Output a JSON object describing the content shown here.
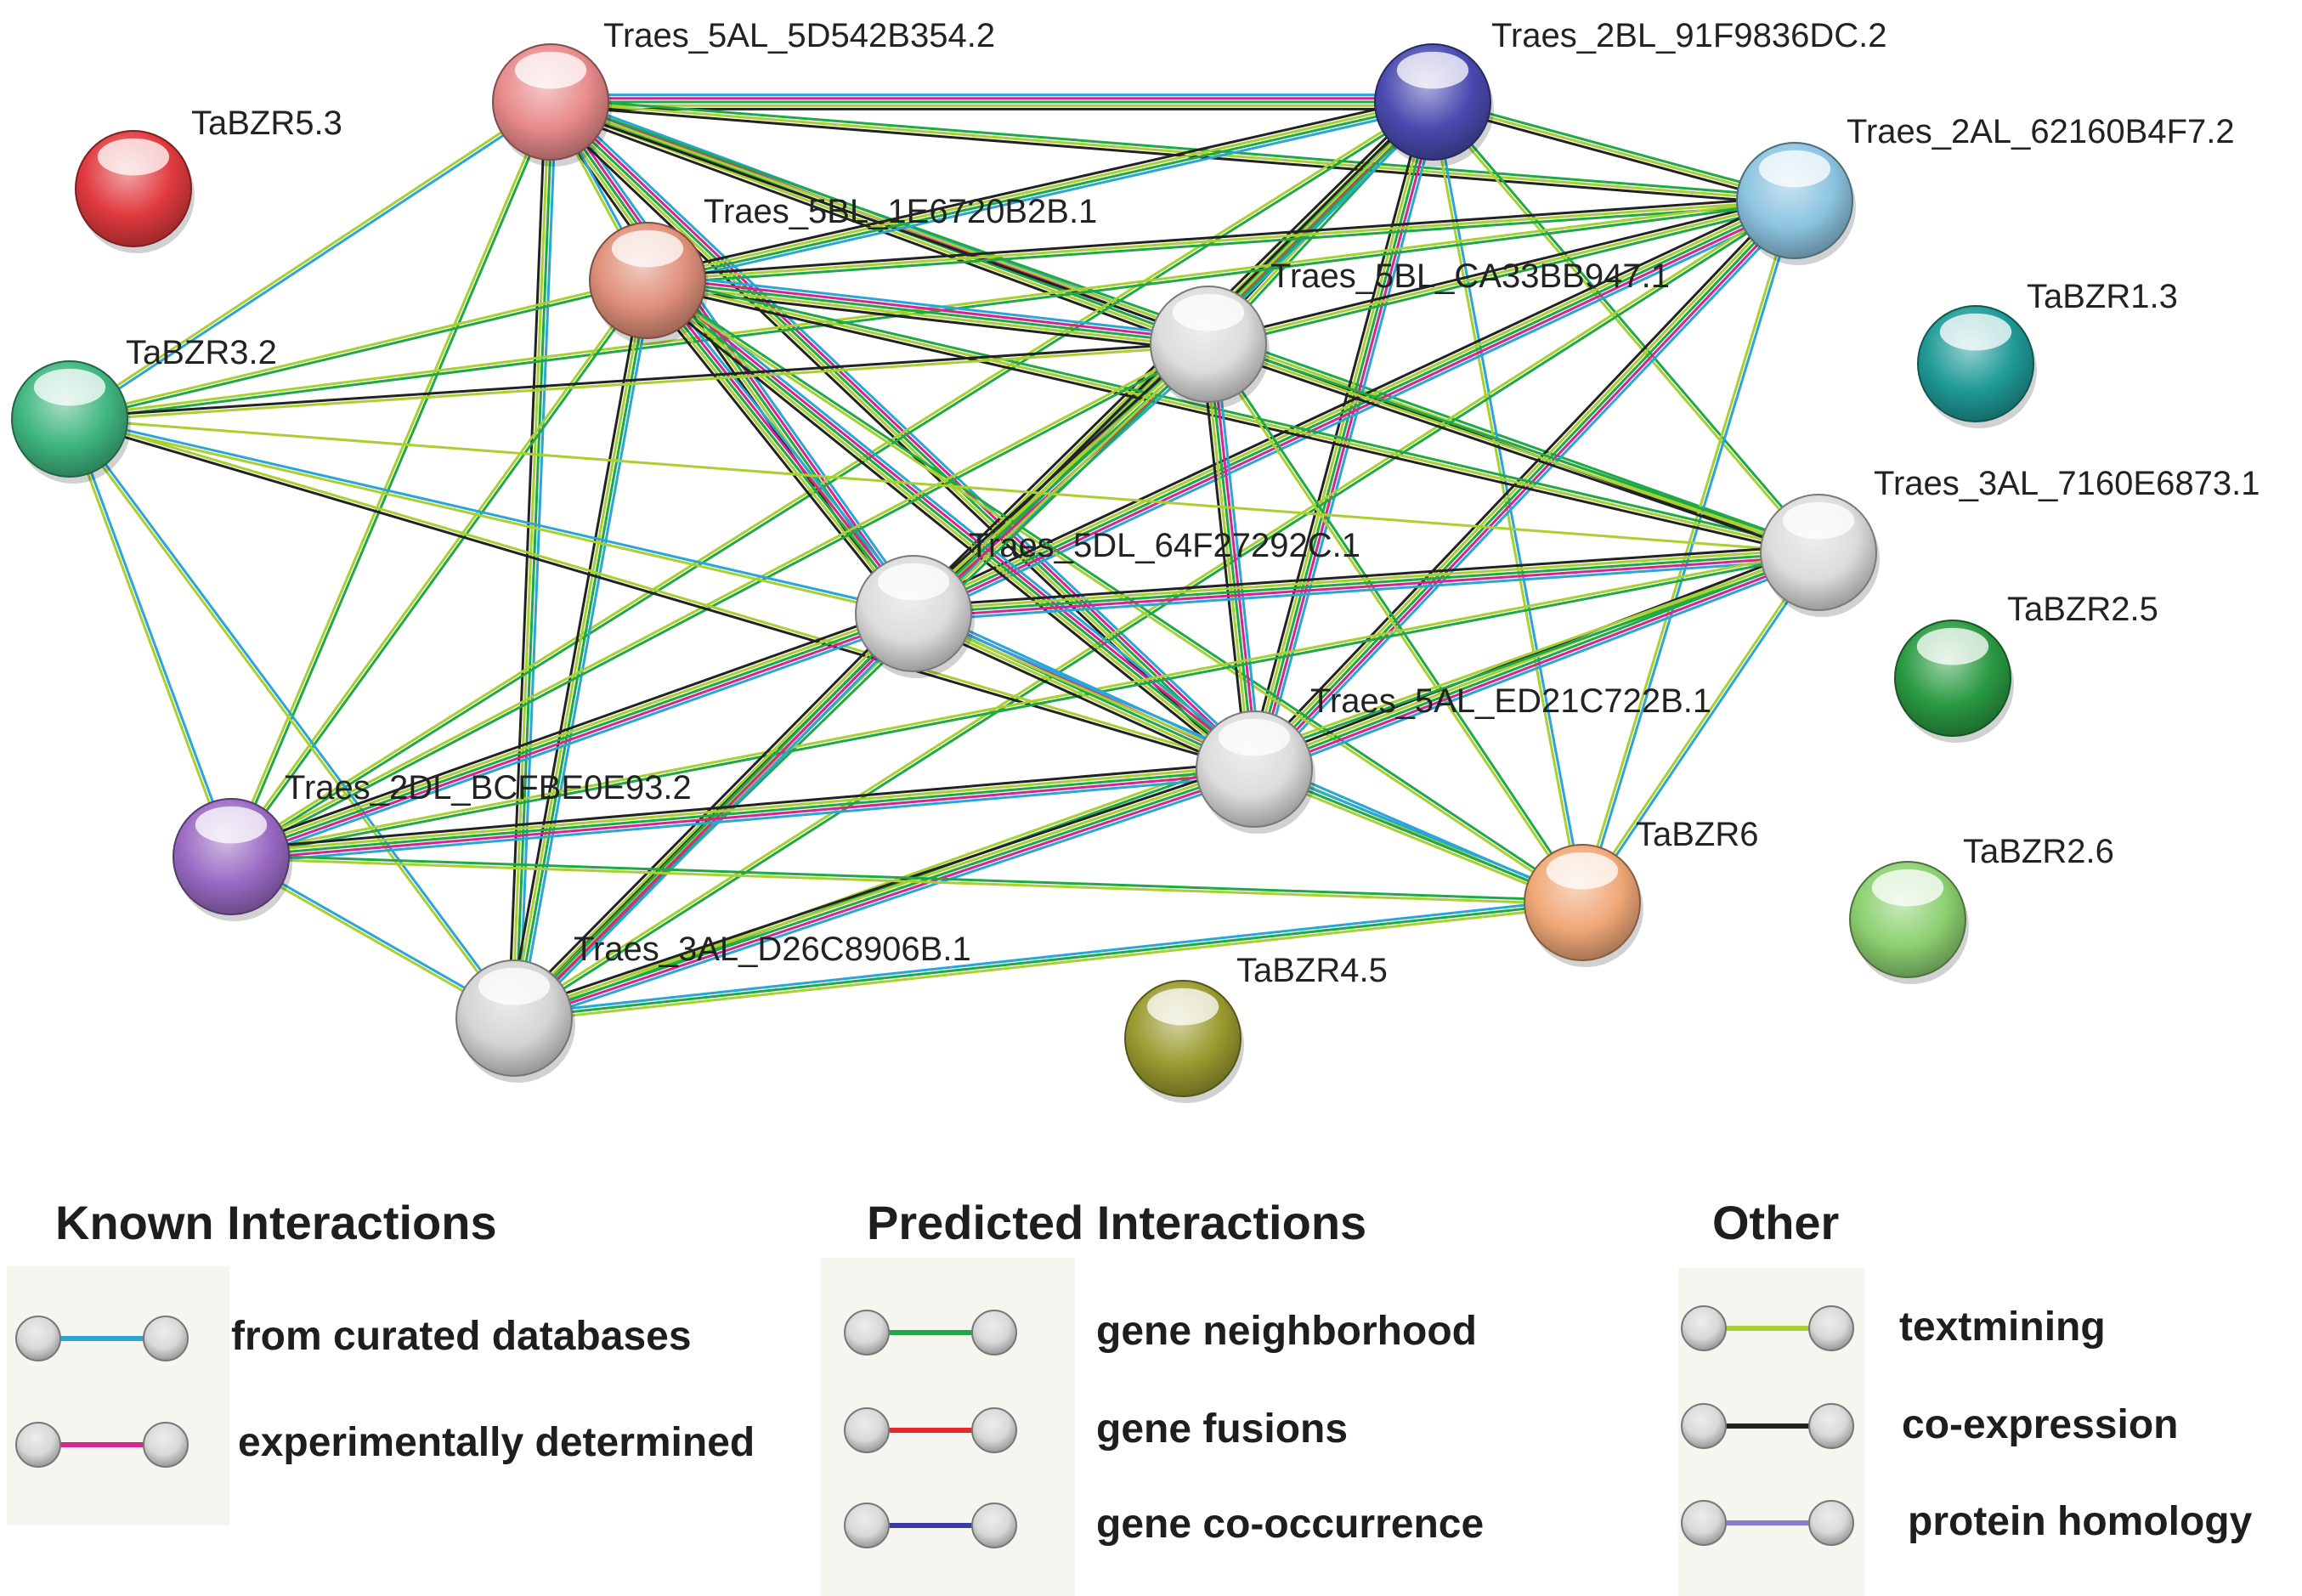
{
  "nodes": [
    {
      "id": "TaBZR5.3",
      "label": "TaBZR5.3",
      "color": "#e03a3e"
    },
    {
      "id": "Traes_5AL_5D542B354.2",
      "label": "Traes_5AL_5D542B354.2",
      "color": "#e88a8a"
    },
    {
      "id": "Traes_2BL_91F9836DC.2",
      "label": "Traes_2BL_91F9836DC.2",
      "color": "#4a4ab0"
    },
    {
      "id": "Traes_2AL_62160B4F7.2",
      "label": "Traes_2AL_62160B4F7.2",
      "color": "#8cc4e0"
    },
    {
      "id": "Traes_5BL_1E6720B2B.1",
      "label": "Traes_5BL_1E6720B2B.1",
      "color": "#e0907a"
    },
    {
      "id": "Traes_5BL_CA33BB947.1",
      "label": "Traes_5BL_CA33BB947.1",
      "color": "#dcdcdc"
    },
    {
      "id": "TaBZR1.3",
      "label": "TaBZR1.3",
      "color": "#1f9a96"
    },
    {
      "id": "TaBZR3.2",
      "label": "TaBZR3.2",
      "color": "#3fb67f"
    },
    {
      "id": "Traes_3AL_7160E6873.1",
      "label": "Traes_3AL_7160E6873.1",
      "color": "#dcdcdc"
    },
    {
      "id": "Traes_5DL_64F27292C.1",
      "label": "Traes_5DL_64F27292C.1",
      "color": "#dcdcdc"
    },
    {
      "id": "TaBZR2.5",
      "label": "TaBZR2.5",
      "color": "#2a9a42"
    },
    {
      "id": "Traes_5AL_ED21C722B.1",
      "label": "Traes_5AL_ED21C722B.1",
      "color": "#dcdcdc"
    },
    {
      "id": "Traes_2DL_BCFBE0E93.2",
      "label": "Traes_2DL_BCFBE0E93.2",
      "color": "#9a6ac4"
    },
    {
      "id": "TaBZR6",
      "label": "TaBZR6",
      "color": "#f0a878"
    },
    {
      "id": "TaBZR2.6",
      "label": "TaBZR2.6",
      "color": "#8cd070"
    },
    {
      "id": "Traes_3AL_D26C8906B.1",
      "label": "Traes_3AL_D26C8906B.1",
      "color": "#d4d4d4"
    },
    {
      "id": "TaBZR4.5",
      "label": "TaBZR4.5",
      "color": "#9a9a30"
    }
  ],
  "edges": [
    {
      "source": "Traes_5AL_5D542B354.2",
      "target": "Traes_2BL_91F9836DC.2",
      "types": [
        "curated",
        "experimental",
        "neighborhood",
        "textmining",
        "coexpression"
      ]
    },
    {
      "source": "Traes_5AL_5D542B354.2",
      "target": "Traes_2AL_62160B4F7.2",
      "types": [
        "neighborhood",
        "textmining",
        "coexpression"
      ]
    },
    {
      "source": "Traes_5AL_5D542B354.2",
      "target": "Traes_5BL_CA33BB947.1",
      "types": [
        "curated",
        "experimental",
        "neighborhood",
        "textmining",
        "coexpression"
      ]
    },
    {
      "source": "Traes_5AL_5D542B354.2",
      "target": "Traes_5DL_64F27292C.1",
      "types": [
        "curated",
        "experimental",
        "neighborhood",
        "textmining",
        "coexpression"
      ]
    },
    {
      "source": "Traes_5AL_5D542B354.2",
      "target": "Traes_5AL_ED21C722B.1",
      "types": [
        "curated",
        "experimental",
        "neighborhood",
        "textmining",
        "coexpression"
      ]
    },
    {
      "source": "Traes_5AL_5D542B354.2",
      "target": "Traes_3AL_7160E6873.1",
      "types": [
        "neighborhood",
        "textmining",
        "coexpression"
      ]
    },
    {
      "source": "Traes_5AL_5D542B354.2",
      "target": "TaBZR3.2",
      "types": [
        "curated",
        "textmining"
      ]
    },
    {
      "source": "Traes_5AL_5D542B354.2",
      "target": "Traes_2DL_BCFBE0E93.2",
      "types": [
        "neighborhood",
        "textmining"
      ]
    },
    {
      "source": "Traes_5AL_5D542B354.2",
      "target": "Traes_3AL_D26C8906B.1",
      "types": [
        "curated",
        "neighborhood",
        "textmining",
        "coexpression"
      ]
    },
    {
      "source": "Traes_5AL_5D542B354.2",
      "target": "Traes_5BL_1E6720B2B.1",
      "types": [
        "curated",
        "textmining"
      ]
    },
    {
      "source": "Traes_2BL_91F9836DC.2",
      "target": "Traes_2AL_62160B4F7.2",
      "types": [
        "neighborhood",
        "textmining",
        "coexpression"
      ]
    },
    {
      "source": "Traes_2BL_91F9836DC.2",
      "target": "Traes_5BL_1E6720B2B.1",
      "types": [
        "curated",
        "neighborhood",
        "textmining",
        "coexpression"
      ]
    },
    {
      "source": "Traes_2BL_91F9836DC.2",
      "target": "Traes_5BL_CA33BB947.1",
      "types": [
        "neighborhood",
        "textmining",
        "coexpression"
      ]
    },
    {
      "source": "Traes_2BL_91F9836DC.2",
      "target": "Traes_5DL_64F27292C.1",
      "types": [
        "curated",
        "experimental",
        "neighborhood",
        "textmining",
        "coexpression"
      ]
    },
    {
      "source": "Traes_2BL_91F9836DC.2",
      "target": "Traes_5AL_ED21C722B.1",
      "types": [
        "curated",
        "experimental",
        "neighborhood",
        "textmining",
        "coexpression"
      ]
    },
    {
      "source": "Traes_2BL_91F9836DC.2",
      "target": "Traes_3AL_7160E6873.1",
      "types": [
        "neighborhood",
        "textmining"
      ]
    },
    {
      "source": "Traes_2BL_91F9836DC.2",
      "target": "TaBZR6",
      "types": [
        "curated",
        "textmining"
      ]
    },
    {
      "source": "Traes_2BL_91F9836DC.2",
      "target": "Traes_2DL_BCFBE0E93.2",
      "types": [
        "neighborhood",
        "textmining"
      ]
    },
    {
      "source": "Traes_2BL_91F9836DC.2",
      "target": "Traes_3AL_D26C8906B.1",
      "types": [
        "neighborhood",
        "textmining",
        "coexpression"
      ]
    },
    {
      "source": "Traes_2AL_62160B4F7.2",
      "target": "Traes_5BL_1E6720B2B.1",
      "types": [
        "neighborhood",
        "textmining",
        "coexpression"
      ]
    },
    {
      "source": "Traes_2AL_62160B4F7.2",
      "target": "Traes_5BL_CA33BB947.1",
      "types": [
        "neighborhood",
        "textmining",
        "coexpression"
      ]
    },
    {
      "source": "Traes_2AL_62160B4F7.2",
      "target": "Traes_5DL_64F27292C.1",
      "types": [
        "curated",
        "experimental",
        "neighborhood",
        "textmining",
        "coexpression"
      ]
    },
    {
      "source": "Traes_2AL_62160B4F7.2",
      "target": "Traes_5AL_ED21C722B.1",
      "types": [
        "curated",
        "experimental",
        "neighborhood",
        "textmining",
        "coexpression"
      ]
    },
    {
      "source": "Traes_2AL_62160B4F7.2",
      "target": "TaBZR6",
      "types": [
        "curated",
        "textmining"
      ]
    },
    {
      "source": "Traes_2AL_62160B4F7.2",
      "target": "TaBZR3.2",
      "types": [
        "neighborhood",
        "textmining"
      ]
    },
    {
      "source": "Traes_2AL_62160B4F7.2",
      "target": "Traes_3AL_D26C8906B.1",
      "types": [
        "neighborhood",
        "textmining"
      ]
    },
    {
      "source": "Traes_5BL_1E6720B2B.1",
      "target": "Traes_5BL_CA33BB947.1",
      "types": [
        "curated",
        "experimental",
        "neighborhood",
        "textmining",
        "coexpression"
      ]
    },
    {
      "source": "Traes_5BL_1E6720B2B.1",
      "target": "Traes_5DL_64F27292C.1",
      "types": [
        "curated",
        "experimental",
        "neighborhood",
        "textmining",
        "coexpression"
      ]
    },
    {
      "source": "Traes_5BL_1E6720B2B.1",
      "target": "Traes_5AL_ED21C722B.1",
      "types": [
        "curated",
        "experimental",
        "neighborhood",
        "textmining",
        "coexpression"
      ]
    },
    {
      "source": "Traes_5BL_1E6720B2B.1",
      "target": "Traes_3AL_7160E6873.1",
      "types": [
        "neighborhood",
        "textmining",
        "coexpression"
      ]
    },
    {
      "source": "Traes_5BL_1E6720B2B.1",
      "target": "TaBZR3.2",
      "types": [
        "neighborhood",
        "textmining"
      ]
    },
    {
      "source": "Traes_5BL_1E6720B2B.1",
      "target": "Traes_2DL_BCFBE0E93.2",
      "types": [
        "neighborhood",
        "textmining"
      ]
    },
    {
      "source": "Traes_5BL_1E6720B2B.1",
      "target": "Traes_3AL_D26C8906B.1",
      "types": [
        "curated",
        "neighborhood",
        "textmining",
        "coexpression"
      ]
    },
    {
      "source": "Traes_5BL_1E6720B2B.1",
      "target": "TaBZR6",
      "types": [
        "neighborhood",
        "textmining"
      ]
    },
    {
      "source": "Traes_5BL_CA33BB947.1",
      "target": "Traes_5DL_64F27292C.1",
      "types": [
        "curated",
        "experimental",
        "neighborhood",
        "textmining",
        "coexpression"
      ]
    },
    {
      "source": "Traes_5BL_CA33BB947.1",
      "target": "Traes_5AL_ED21C722B.1",
      "types": [
        "curated",
        "experimental",
        "neighborhood",
        "textmining",
        "coexpression"
      ]
    },
    {
      "source": "Traes_5BL_CA33BB947.1",
      "target": "Traes_3AL_7160E6873.1",
      "types": [
        "neighborhood",
        "textmining",
        "coexpression"
      ]
    },
    {
      "source": "Traes_5BL_CA33BB947.1",
      "target": "TaBZR3.2",
      "types": [
        "textmining",
        "coexpression"
      ]
    },
    {
      "source": "Traes_5BL_CA33BB947.1",
      "target": "Traes_2DL_BCFBE0E93.2",
      "types": [
        "neighborhood",
        "textmining"
      ]
    },
    {
      "source": "Traes_5BL_CA33BB947.1",
      "target": "Traes_3AL_D26C8906B.1",
      "types": [
        "neighborhood",
        "textmining"
      ]
    },
    {
      "source": "Traes_5BL_CA33BB947.1",
      "target": "TaBZR6",
      "types": [
        "neighborhood",
        "textmining"
      ]
    },
    {
      "source": "TaBZR3.2",
      "target": "Traes_5DL_64F27292C.1",
      "types": [
        "curated",
        "textmining"
      ]
    },
    {
      "source": "TaBZR3.2",
      "target": "Traes_5AL_ED21C722B.1",
      "types": [
        "textmining",
        "coexpression"
      ]
    },
    {
      "source": "TaBZR3.2",
      "target": "Traes_3AL_7160E6873.1",
      "types": [
        "textmining"
      ]
    },
    {
      "source": "TaBZR3.2",
      "target": "Traes_2DL_BCFBE0E93.2",
      "types": [
        "curated",
        "textmining"
      ]
    },
    {
      "source": "TaBZR3.2",
      "target": "Traes_3AL_D26C8906B.1",
      "types": [
        "curated",
        "textmining"
      ]
    },
    {
      "source": "Traes_3AL_7160E6873.1",
      "target": "Traes_5DL_64F27292C.1",
      "types": [
        "curated",
        "experimental",
        "neighborhood",
        "textmining",
        "coexpression"
      ]
    },
    {
      "source": "Traes_3AL_7160E6873.1",
      "target": "Traes_5AL_ED21C722B.1",
      "types": [
        "curated",
        "experimental",
        "neighborhood",
        "textmining",
        "coexpression"
      ]
    },
    {
      "source": "Traes_3AL_7160E6873.1",
      "target": "Traes_2DL_BCFBE0E93.2",
      "types": [
        "neighborhood",
        "textmining"
      ]
    },
    {
      "source": "Traes_3AL_7160E6873.1",
      "target": "Traes_3AL_D26C8906B.1",
      "types": [
        "neighborhood",
        "textmining"
      ]
    },
    {
      "source": "Traes_3AL_7160E6873.1",
      "target": "TaBZR6",
      "types": [
        "curated",
        "textmining"
      ]
    },
    {
      "source": "Traes_5DL_64F27292C.1",
      "target": "Traes_5AL_ED21C722B.1",
      "types": [
        "curated",
        "experimental",
        "neighborhood",
        "textmining",
        "coexpression"
      ]
    },
    {
      "source": "Traes_5DL_64F27292C.1",
      "target": "Traes_2DL_BCFBE0E93.2",
      "types": [
        "curated",
        "experimental",
        "neighborhood",
        "textmining",
        "coexpression"
      ]
    },
    {
      "source": "Traes_5DL_64F27292C.1",
      "target": "Traes_3AL_D26C8906B.1",
      "types": [
        "curated",
        "experimental",
        "neighborhood",
        "textmining",
        "coexpression"
      ]
    },
    {
      "source": "Traes_5DL_64F27292C.1",
      "target": "TaBZR6",
      "types": [
        "curated",
        "textmining"
      ]
    },
    {
      "source": "Traes_5AL_ED21C722B.1",
      "target": "Traes_2DL_BCFBE0E93.2",
      "types": [
        "curated",
        "experimental",
        "neighborhood",
        "textmining",
        "coexpression"
      ]
    },
    {
      "source": "Traes_5AL_ED21C722B.1",
      "target": "Traes_3AL_D26C8906B.1",
      "types": [
        "curated",
        "experimental",
        "neighborhood",
        "textmining",
        "coexpression"
      ]
    },
    {
      "source": "Traes_5AL_ED21C722B.1",
      "target": "TaBZR6",
      "types": [
        "curated",
        "neighborhood",
        "textmining"
      ]
    },
    {
      "source": "Traes_2DL_BCFBE0E93.2",
      "target": "Traes_3AL_D26C8906B.1",
      "types": [
        "curated",
        "textmining"
      ]
    },
    {
      "source": "Traes_2DL_BCFBE0E93.2",
      "target": "TaBZR6",
      "types": [
        "neighborhood",
        "textmining"
      ]
    },
    {
      "source": "Traes_3AL_D26C8906B.1",
      "target": "TaBZR6",
      "types": [
        "curated",
        "neighborhood",
        "textmining"
      ]
    }
  ],
  "edge_colors": {
    "curated": "#2aa6d6",
    "experimental": "#d6258f",
    "neighborhood": "#1fa847",
    "fusion": "#e8282a",
    "cooccurrence": "#3a3aa0",
    "textmining": "#a8d030",
    "coexpression": "#222222",
    "homology": "#8a7ad0"
  },
  "legend": {
    "known": {
      "title": "Known Interactions",
      "items": [
        {
          "label": "from curated databases",
          "color": "#2aa6d6"
        },
        {
          "label": "experimentally determined",
          "color": "#d6258f"
        }
      ]
    },
    "predicted": {
      "title": "Predicted Interactions",
      "items": [
        {
          "label": "gene neighborhood",
          "color": "#1fa847"
        },
        {
          "label": "gene fusions",
          "color": "#e8282a"
        },
        {
          "label": "gene co-occurrence",
          "color": "#3a3aa0"
        }
      ]
    },
    "other": {
      "title": "Other",
      "items": [
        {
          "label": "textmining",
          "color": "#a8d030"
        },
        {
          "label": "co-expression",
          "color": "#222222"
        },
        {
          "label": "protein homology",
          "color": "#8a7ad0"
        }
      ]
    }
  }
}
